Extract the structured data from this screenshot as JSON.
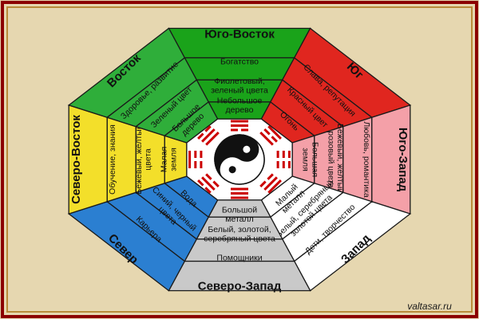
{
  "colors": {
    "frame": "#8b0000",
    "page_bg": "#e6d7b0",
    "center_bg": "#ffffff",
    "trigram": "#cc0000"
  },
  "watermark": "valtasar.ru",
  "sectors": [
    {
      "key": "southeast",
      "title": "Юго-Восток",
      "color": "#1aa31a",
      "rows": [
        "Богатство",
        "Фиолетовый,\nзеленый цвета",
        "Небольшое\nдерево"
      ]
    },
    {
      "key": "south",
      "title": "Юг",
      "color": "#e0261f",
      "rows": [
        "Слава, репутация",
        "Красный цвет",
        "Огонь"
      ]
    },
    {
      "key": "southwest",
      "title": "Юго-Запад",
      "color": "#f4a0a8",
      "rows": [
        "Любовь, романтика",
        "Бежевый, желтый,\nрозовый цвета",
        "Большая\nземля"
      ]
    },
    {
      "key": "west",
      "title": "Запад",
      "color": "#ffffff",
      "rows": [
        "Дети, творчество",
        "Белый, серебряный\nзолотой цвета",
        "Малый\nметалл"
      ]
    },
    {
      "key": "northwest",
      "title": "Северо-Запад",
      "color": "#c9c9c9",
      "rows": [
        "Помощники",
        "Белый, золотой,\nсеребряный цвета",
        "Большой\nметалл"
      ]
    },
    {
      "key": "north",
      "title": "Север",
      "color": "#2b7fd1",
      "rows": [
        "Карьера",
        "Синий, черный\nцвета",
        "Вода"
      ]
    },
    {
      "key": "northeast",
      "title": "Северо-Восток",
      "color": "#f3df2a",
      "rows": [
        "Обучение, знания",
        "Бежевый, желтый\nцвета",
        "Малая\nземля"
      ]
    },
    {
      "key": "east",
      "title": "Восток",
      "color": "#2fae3a",
      "rows": [
        "Здоровье, развитие",
        "Зеленый цвет",
        "Большое\nдерево"
      ]
    }
  ]
}
